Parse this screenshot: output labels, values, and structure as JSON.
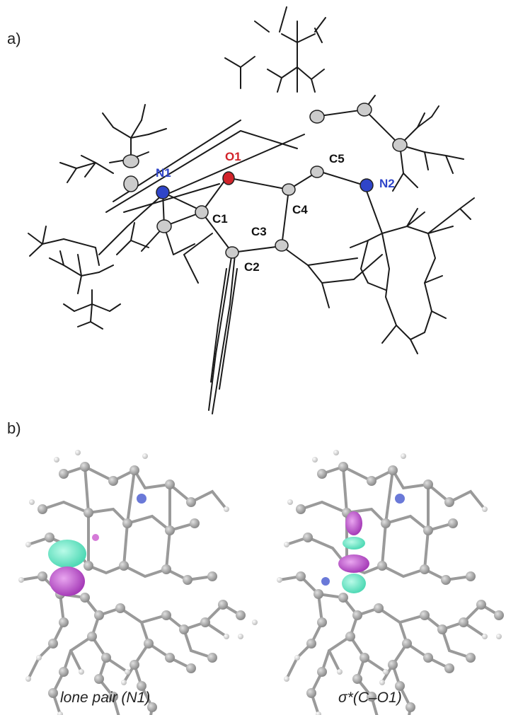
{
  "panels": {
    "a": {
      "label": "a)",
      "atoms": [
        {
          "id": "N1",
          "text": "N1",
          "color": "#2f45c9"
        },
        {
          "id": "O1",
          "text": "O1",
          "color": "#d2232a"
        },
        {
          "id": "N2",
          "text": "N2",
          "color": "#2f45c9"
        },
        {
          "id": "C1",
          "text": "C1",
          "color": "#111111"
        },
        {
          "id": "C2",
          "text": "C2",
          "color": "#111111"
        },
        {
          "id": "C3",
          "text": "C3",
          "color": "#111111"
        },
        {
          "id": "C4",
          "text": "C4",
          "color": "#111111"
        },
        {
          "id": "C5",
          "text": "C5",
          "color": "#111111"
        }
      ]
    },
    "b": {
      "label": "b)",
      "left_caption": "lone pair (N1)",
      "right_caption": "σ*(C–O1)"
    }
  },
  "colors": {
    "bond": "#1a1a1a",
    "atom_gray": "#a9a9a9",
    "hydrogen": "#e6e6e6",
    "nitrogen": "#2f45c9",
    "oxygen": "#d2232a",
    "orbital_cyan": "#6fe8c8",
    "orbital_magenta": "#c04fd0"
  }
}
